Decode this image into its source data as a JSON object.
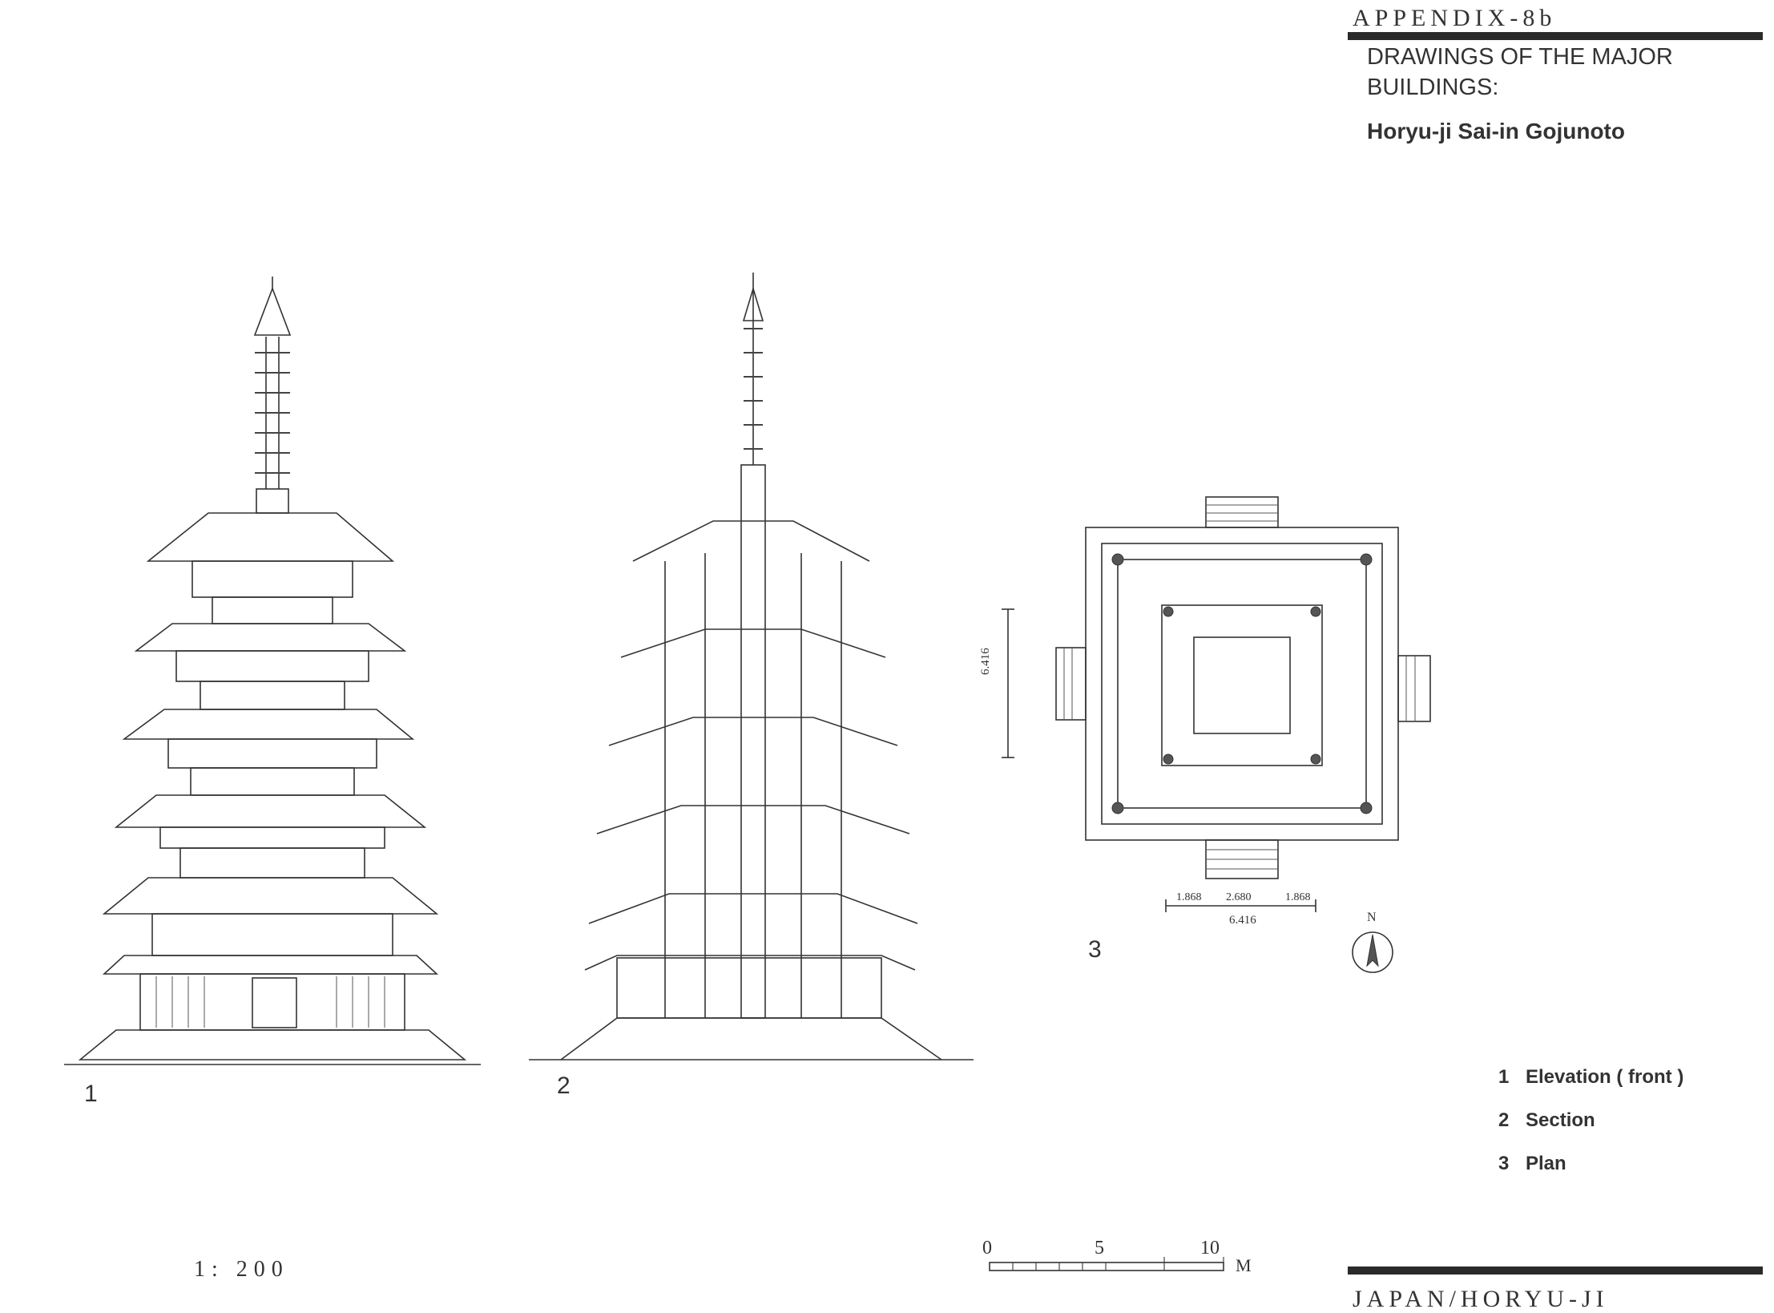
{
  "header": {
    "appendix": "APPENDIX-8b",
    "title_line1": "DRAWINGS OF THE MAJOR",
    "title_line2": "BUILDINGS:",
    "subtitle": "Horyu-ji Sai-in Gojunoto"
  },
  "figures": {
    "fig1": "1",
    "fig2": "2",
    "fig3": "3"
  },
  "plan_dimensions": {
    "side": "1.868",
    "middle": "2.680",
    "total": "6.416"
  },
  "compass": "N",
  "legend": [
    {
      "num": "1",
      "label": "Elevation ( front )"
    },
    {
      "num": "2",
      "label": "Section"
    },
    {
      "num": "3",
      "label": "Plan"
    }
  ],
  "scale": {
    "ratio": "1: 200",
    "tick0": "0",
    "tick5": "5",
    "tick10": "10",
    "unit": "M"
  },
  "footer": "JAPAN/HORYU-JI"
}
